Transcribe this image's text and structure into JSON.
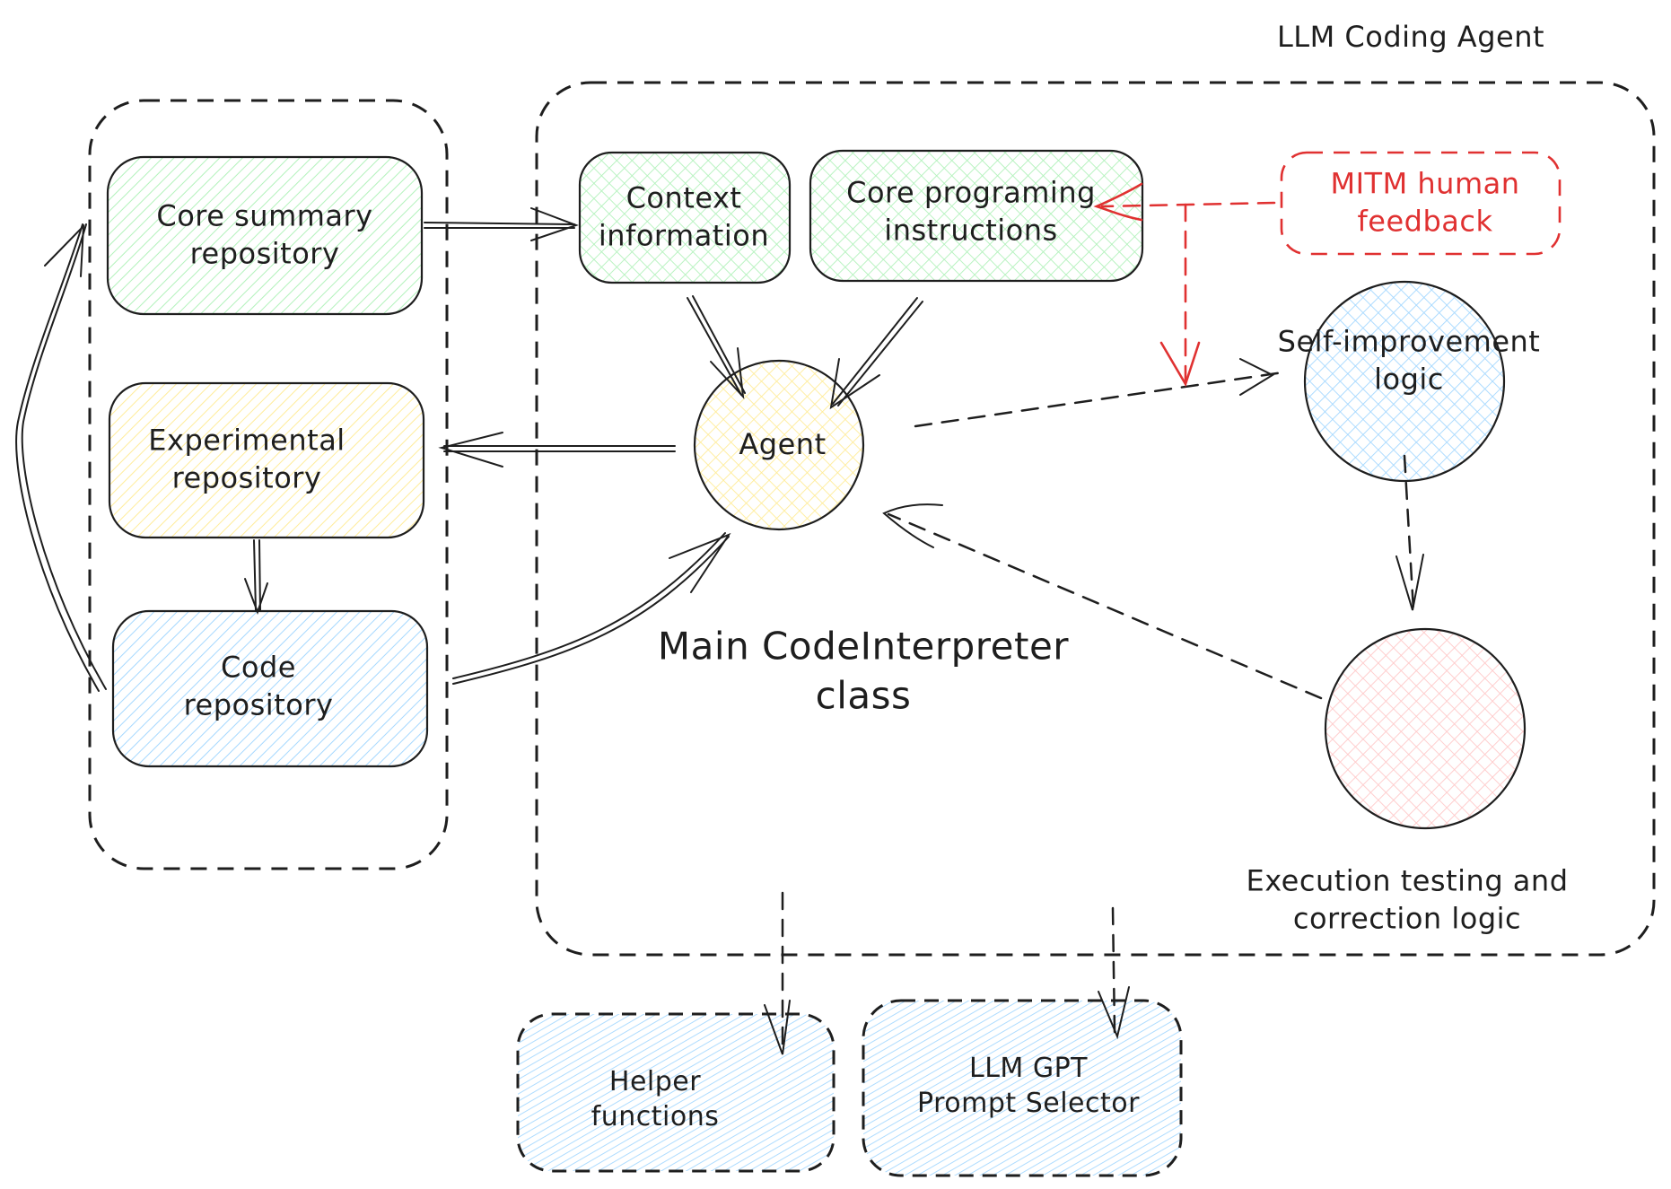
{
  "diagram": {
    "title": "LLM Coding Agent",
    "stroke_color": "#1e1e1e",
    "feedback_color": "#e03131",
    "containers": [
      {
        "id": "repos_group",
        "name": "repositories-group",
        "label": null,
        "style": "dashed"
      },
      {
        "id": "main_group",
        "name": "llm-coding-agent-group",
        "label": "LLM Coding Agent",
        "style": "dashed"
      }
    ],
    "nodes": {
      "core_summary": {
        "label": "Core summary\nrepository",
        "shape": "rounded-rect",
        "fill": "#b2f2bb",
        "hatch": "diagonal"
      },
      "experimental": {
        "label": "Experimental\nrepository",
        "shape": "rounded-rect",
        "fill": "#ffec99",
        "hatch": "diagonal"
      },
      "code_repo": {
        "label": "Code\nrepository",
        "shape": "rounded-rect",
        "fill": "#a5d8ff",
        "hatch": "diagonal"
      },
      "context_info": {
        "label": "Context\ninformation",
        "shape": "rounded-rect",
        "fill": "#b2f2bb",
        "hatch": "cross"
      },
      "core_prog": {
        "label": "Core programing\ninstructions",
        "shape": "rounded-rect",
        "fill": "#b2f2bb",
        "hatch": "cross"
      },
      "mitm": {
        "label": "MITM human\nfeedback",
        "shape": "dashed-rounded-rect",
        "fill": "none",
        "color": "#e03131"
      },
      "agent": {
        "label": "Agent",
        "shape": "circle",
        "fill": "#ffec99",
        "hatch": "cross"
      },
      "self_improve": {
        "label": "Self-improvement\nlogic",
        "shape": "circle",
        "fill": "#a5d8ff",
        "hatch": "cross"
      },
      "exec_test": {
        "label": "",
        "shape": "circle",
        "fill": "#ffc9c9",
        "hatch": "cross"
      },
      "helper": {
        "label": "Helper\nfunctions",
        "shape": "dashed-rounded-rect",
        "fill": "#a5d8ff",
        "hatch": "diagonal"
      },
      "gpt_selector": {
        "label": "LLM GPT\nPrompt Selector",
        "shape": "dashed-rounded-rect",
        "fill": "#a5d8ff",
        "hatch": "diagonal"
      }
    },
    "annotations": {
      "main_class": "Main CodeInterpreter\nclass",
      "exec_caption": "Execution testing and\ncorrection logic"
    },
    "edges": [
      {
        "from": "core_summary",
        "to": "context_info",
        "style": "solid"
      },
      {
        "from": "context_info",
        "to": "agent",
        "style": "solid"
      },
      {
        "from": "core_prog",
        "to": "agent",
        "style": "solid"
      },
      {
        "from": "agent",
        "to": "experimental",
        "style": "solid"
      },
      {
        "from": "experimental",
        "to": "code_repo",
        "style": "solid"
      },
      {
        "from": "code_repo",
        "to": "agent",
        "style": "solid"
      },
      {
        "from": "code_repo",
        "to": "core_summary",
        "style": "solid"
      },
      {
        "from": "agent",
        "to": "self_improve",
        "style": "dashed"
      },
      {
        "from": "self_improve",
        "to": "exec_test",
        "style": "dashed"
      },
      {
        "from": "exec_test",
        "to": "agent",
        "style": "dashed"
      },
      {
        "from": "mitm",
        "to": "core_prog",
        "style": "dashed",
        "color": "#e03131"
      },
      {
        "from": "mitm",
        "to": "agent_self_improve_edge",
        "style": "dashed",
        "color": "#e03131"
      },
      {
        "from": "main_group",
        "to": "helper",
        "style": "dashed"
      },
      {
        "from": "main_group",
        "to": "gpt_selector",
        "style": "dashed"
      }
    ]
  }
}
